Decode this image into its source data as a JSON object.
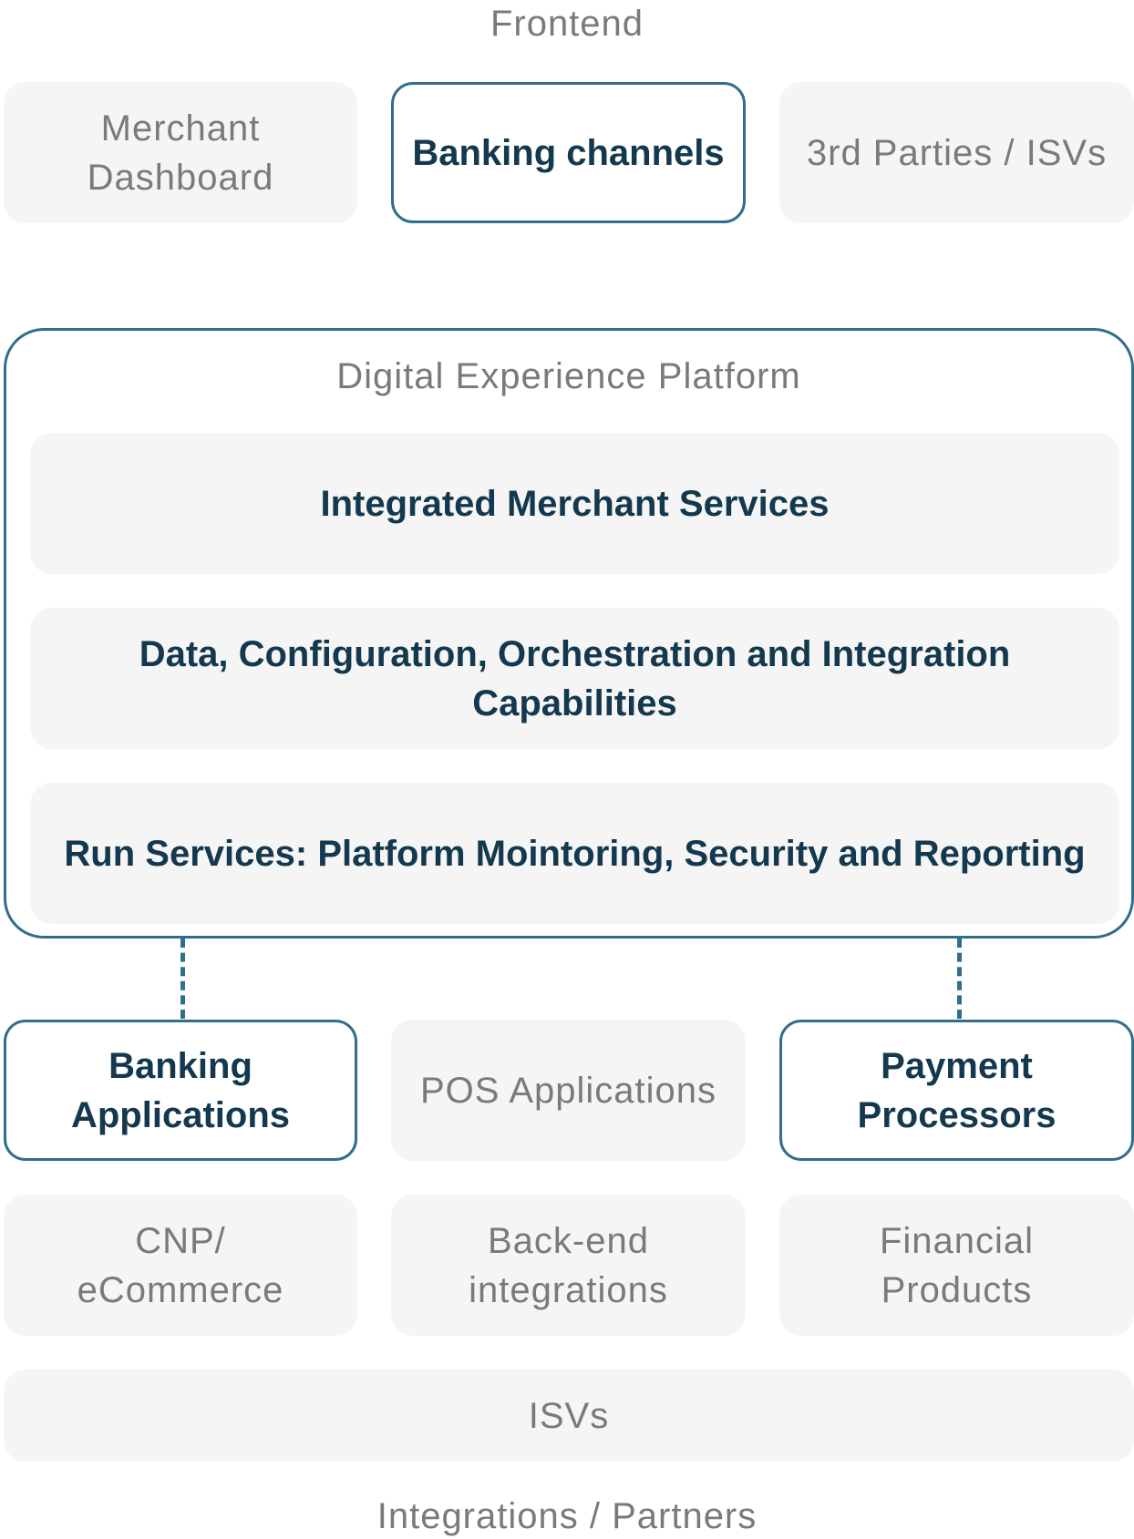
{
  "frontend": {
    "title": "Frontend",
    "merchant_dashboard": "Merchant Dashboard",
    "banking_channels": "Banking channels",
    "third_parties": "3rd Parties / ISVs"
  },
  "platform": {
    "title": "Digital Experience Platform",
    "layers": [
      "Integrated Merchant Services",
      "Data, Configuration, Orchestration and Integration Capabilities",
      "Run Services: Platform Mointoring, Security and Reporting"
    ]
  },
  "integrations": {
    "banking_applications": "Banking Applications",
    "pos_applications": "POS Applications",
    "payment_processors": "Payment Processors",
    "cnp_ecommerce": "CNP/ eCommerce",
    "backend_integrations": "Back-end integrations",
    "financial_products": "Financial Products",
    "isvs": "ISVs",
    "title": "Integrations / Partners"
  },
  "colors": {
    "accent_border": "#2f6f8c",
    "bold_text": "#14394f",
    "muted_text": "#7a7a7a",
    "muted_fill": "#f5f5f5"
  }
}
